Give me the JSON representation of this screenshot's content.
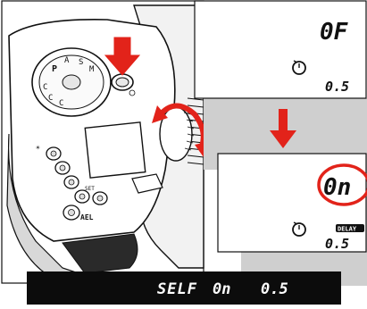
{
  "lcd_top": {
    "mode": "0F",
    "timer_icon": "self-timer-icon",
    "delay_value": "0.5"
  },
  "lcd_bottom": {
    "mode": "0n",
    "timer_icon": "self-timer-icon",
    "badge": "DELAY",
    "delay_value": "0.5"
  },
  "bottom_strip": {
    "segments": [
      "SELF",
      "0n",
      "0.5"
    ]
  },
  "dial_letters": [
    "P",
    "A",
    "S",
    "M",
    "C",
    "C",
    "C"
  ],
  "button_labels": [
    "AEL",
    "SET"
  ],
  "colors": {
    "arrow_red": "#e2231a",
    "circle_red": "#e2231a",
    "strip_bg": "#0c0c0c",
    "strip_text": "#ffffff",
    "panel_gray": "#cfcfcf"
  }
}
